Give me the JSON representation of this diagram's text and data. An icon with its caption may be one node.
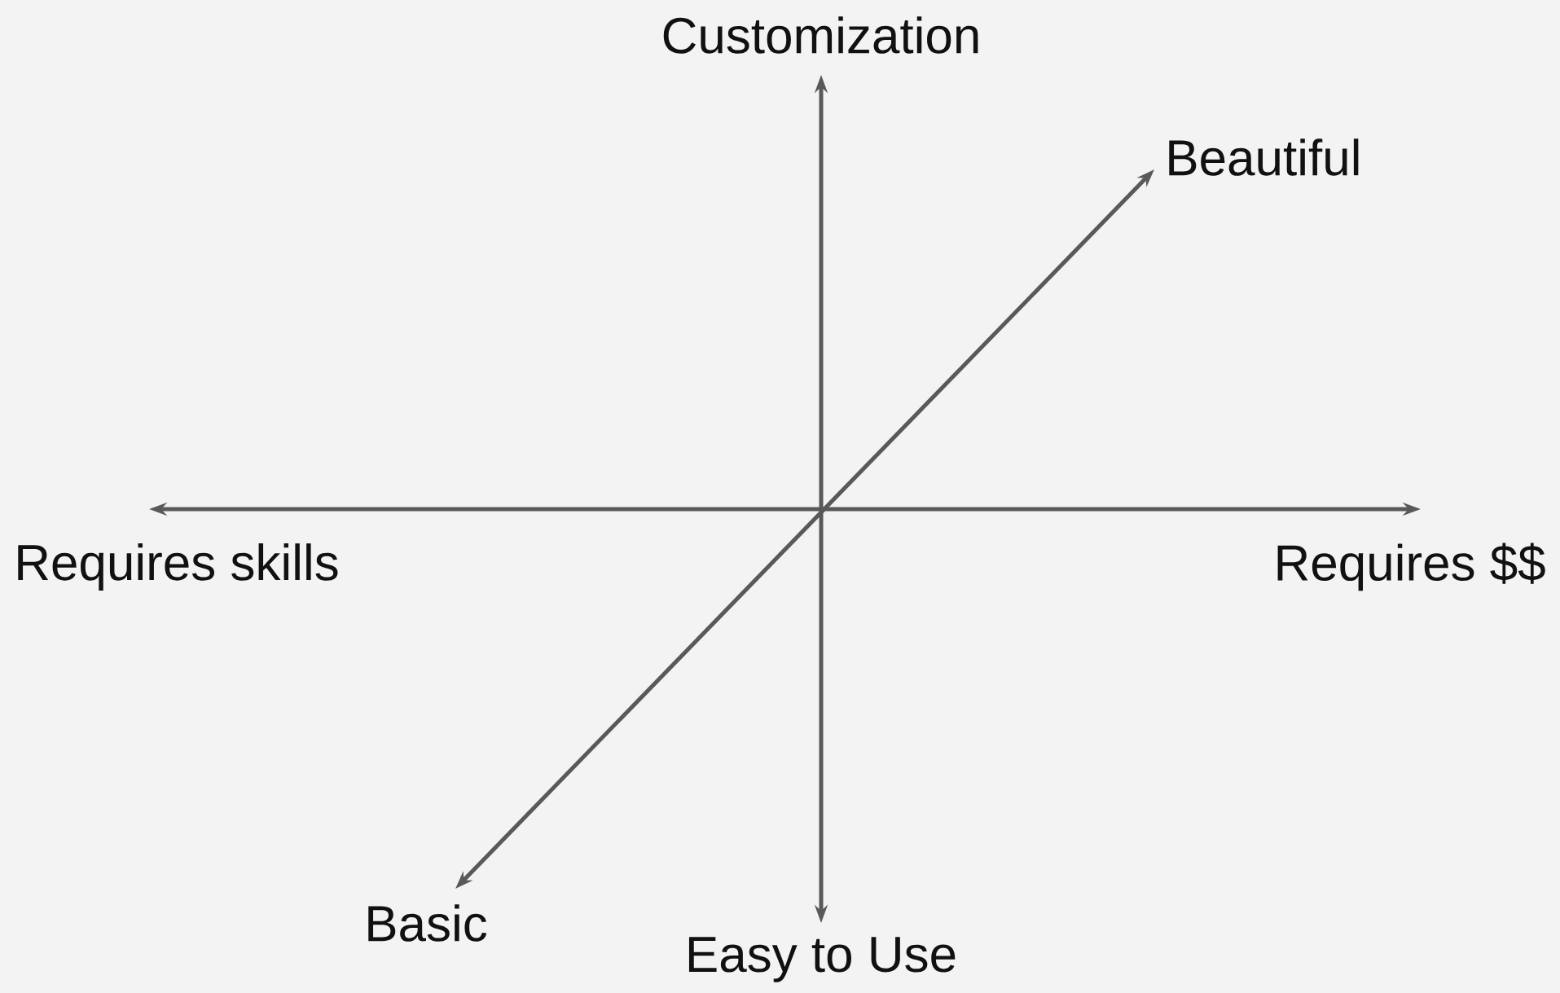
{
  "diagram": {
    "nodes": [
      {
        "text": [
          "Customization"
        ]
      },
      {
        "text": [
          "Beautiful"
        ]
      },
      {
        "text": [
          "Requires skills"
        ]
      },
      {
        "text": [
          "Requires $$"
        ]
      },
      {
        "text": [
          "Basic"
        ]
      },
      {
        "text": [
          "Easy to Use"
        ]
      }
    ],
    "edges": [
      {
        "from": 0,
        "to": 5,
        "arrow": "both"
      },
      {
        "from": 2,
        "to": 3,
        "arrow": "both"
      },
      {
        "from": 4,
        "to": 1,
        "arrow": "both"
      }
    ]
  }
}
